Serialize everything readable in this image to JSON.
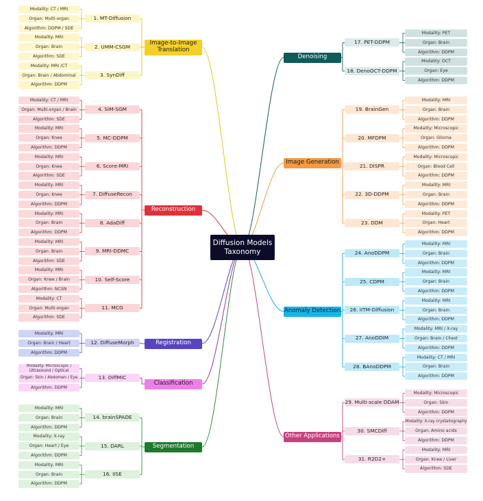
{
  "center": {
    "label": "Diffusion Models Taxonomy"
  },
  "categories": [
    {
      "key": "i2i",
      "label": "Image-to-Image Translation",
      "side": "left",
      "color": "#f4cf2a",
      "text": "#1a1a1a",
      "line": "#e6c21f",
      "method_bg": "#fdf5c8",
      "attr_bg": "#fdf6c9",
      "methods": [
        {
          "label": "1. MT-Diffusion",
          "attrs": [
            "Modality: CT / MRI",
            "Organ: Multi-organ",
            "Algorithm: DDPM / SDE"
          ]
        },
        {
          "label": "2. UMM-CSGM",
          "attrs": [
            "Modality: MRI",
            "Organ: Brain",
            "Algorithm: SDE"
          ]
        },
        {
          "label": "3. SynDiff",
          "attrs": [
            "Modality: MRI /CT",
            "Organ: Brain / Abdominal",
            "Algorithm: DDPM"
          ]
        }
      ]
    },
    {
      "key": "recon",
      "label": "Reconstruction",
      "side": "left",
      "color": "#e0313a",
      "text": "#ffffff",
      "line": "#d2343c",
      "method_bg": "#fbd6d8",
      "attr_bg": "#fbd9db",
      "methods": [
        {
          "label": "4. SIM-SGM",
          "attrs": [
            "Modality: CT / MRI",
            "Organ: Multi-organ / Brain",
            "Algorithm: SDE"
          ]
        },
        {
          "label": "5. MC-DDPM",
          "attrs": [
            "Modality: MRI",
            "Organ: Knee",
            "Algorithm: DDPM"
          ]
        },
        {
          "label": "6. Score-MRI",
          "attrs": [
            "Modality: MRI",
            "Organ: Knee",
            "Algorithm: SDE"
          ]
        },
        {
          "label": "7. DiffuseRecon",
          "attrs": [
            "Modality: MRI",
            "Organ: Knee",
            "Algorithm: DDPM"
          ]
        },
        {
          "label": "8. AdaDiff",
          "attrs": [
            "Modality: MRI",
            "Organ: Brain",
            "Algorithm: DDPM"
          ]
        },
        {
          "label": "9. MRI-DDMC",
          "attrs": [
            "Modality: MRI",
            "Organ: Brain",
            "Algorithm: SDE"
          ]
        },
        {
          "label": "10. Self-Score",
          "attrs": [
            "Modality: MRI",
            "Organ: Knee / Brain",
            "Algorithm: NCSN"
          ]
        },
        {
          "label": "11. MCG",
          "attrs": [
            "Modality: CT",
            "Organ: Multi-organ",
            "Algorithm: SDE"
          ]
        }
      ]
    },
    {
      "key": "reg",
      "label": "Registration",
      "side": "left",
      "color": "#5545c0",
      "text": "#ffffff",
      "line": "#5545c0",
      "method_bg": "#d3d2f3",
      "attr_bg": "#cfd3f5",
      "methods": [
        {
          "label": "12. DiffuseMorph",
          "attrs": [
            "Modality: MRI",
            "Organ: Brain / Heart",
            "Algorithm: DDPM"
          ]
        }
      ]
    },
    {
      "key": "cls",
      "label": "Classification",
      "side": "left",
      "color": "#f07ee9",
      "text": "#1a1a1a",
      "line": "#9a2fa8",
      "method_bg": "#fbd5f6",
      "attr_bg": "#fbd6f7",
      "methods": [
        {
          "label": "13. DiffMIC",
          "attrs": [
            "Modality: Microscopic / Ultrasound / Optical",
            "Organ: Skin / Abdomen / Eye",
            "Algorithm: DDPM"
          ]
        }
      ]
    },
    {
      "key": "seg",
      "label": "Segmentation",
      "side": "left",
      "color": "#1e7a2e",
      "text": "#ffffff",
      "line": "#2f8a3b",
      "method_bg": "#ddf1dc",
      "attr_bg": "#dff2de",
      "methods": [
        {
          "label": "14. brainSPADE",
          "attrs": [
            "Modality: MRI",
            "Organ: Brain",
            "Algorithm: DDPM"
          ]
        },
        {
          "label": "15. DARL",
          "attrs": [
            "Modality: X-ray",
            "Organ: Heart / Eye",
            "Algorithm: DDPM"
          ]
        },
        {
          "label": "16. IISE",
          "attrs": [
            "Modality: MRI",
            "Organ: Brain",
            "Algorithm: DDPM"
          ]
        }
      ]
    },
    {
      "key": "den",
      "label": "Denoising",
      "side": "right",
      "color": "#0f5a5a",
      "text": "#ffffff",
      "line": "#0f5a5a",
      "method_bg": "#dbeaea",
      "attr_bg": "#cfe1e1",
      "methods": [
        {
          "label": "17. PET-DDPM",
          "attrs": [
            "Modality: PET",
            "Organ: Brain",
            "Algorithm: DDPM"
          ]
        },
        {
          "label": "18. DenoOCT-DDPM",
          "attrs": [
            "Modality: OCT",
            "Organ: Eye",
            "Algorithm: DDPM"
          ]
        }
      ]
    },
    {
      "key": "gen",
      "label": "Image Generation",
      "side": "right",
      "color": "#f29a45",
      "text": "#1a1a1a",
      "line": "#f29a45",
      "method_bg": "#fde6d2",
      "attr_bg": "#fde9d6",
      "methods": [
        {
          "label": "19. BrainGen",
          "attrs": [
            "Modality: MRI",
            "Organ: Brain",
            "Algorithm: DDPM"
          ]
        },
        {
          "label": "20. MFDPM",
          "attrs": [
            "Modality: Microscopic",
            "Organ: Glioma",
            "Algorithm: DDPM"
          ]
        },
        {
          "label": "21. DISPR",
          "attrs": [
            "Modality: Microscopic",
            "Organ: Blood Cell",
            "Algorithm: DDPM"
          ]
        },
        {
          "label": "22. 3D-DDPM",
          "attrs": [
            "Modality: MRI",
            "Organ: Brain",
            "Algorithm: DDPM"
          ]
        },
        {
          "label": "23. DDM",
          "attrs": [
            "Modality: PET",
            "Organ: Heart",
            "Algorithm: DDPM"
          ]
        }
      ]
    },
    {
      "key": "anom",
      "label": "Anomaly Detection",
      "side": "right",
      "color": "#18b4e8",
      "text": "#0b2233",
      "line": "#1aa7de",
      "method_bg": "#bfe9f8",
      "attr_bg": "#c8ecf9",
      "methods": [
        {
          "label": "24. AnoDDPM",
          "attrs": [
            "Modality: MRI",
            "Organ: Brain",
            "Algorithm: DDPM"
          ]
        },
        {
          "label": "25. CDPM",
          "attrs": [
            "Modality: MRI",
            "Organ: Brain",
            "Algorithm: DDPM"
          ]
        },
        {
          "label": "26. IITM-Diffusion",
          "attrs": [
            "Modality: MRI",
            "Organ: Brain",
            "Algorithm: DDPM"
          ]
        },
        {
          "label": "27. AnoDDIM",
          "attrs": [
            "Modality: MRI / X-ray",
            "Organ: Brain / Chest",
            "Algorithm: DDPM"
          ]
        },
        {
          "label": "28. BAnoDDPM",
          "attrs": [
            "Modality: CT / MRI",
            "Organ: Brain",
            "Algorithm: DDPM"
          ]
        }
      ]
    },
    {
      "key": "other",
      "label": "Other Applications",
      "side": "right",
      "color": "#c8407f",
      "text": "#ffffff",
      "line": "#c8407f",
      "method_bg": "#f6dbe8",
      "attr_bg": "#f7dde9",
      "methods": [
        {
          "label": "29. Multi-scale DDAM",
          "attrs": [
            "Modality: Microscopic",
            "Organ: Skin",
            "Algorithm: DDPM"
          ]
        },
        {
          "label": "30. SMCDiff",
          "attrs": [
            "Modality: X-ray crystallography",
            "Organ: Amino acids",
            "Algorithm: DDPM"
          ]
        },
        {
          "label": "31. R2D2+",
          "attrs": [
            "Modality: MRI",
            "Organ: Knee / Liver",
            "Algorithm: SDE"
          ]
        }
      ]
    }
  ]
}
